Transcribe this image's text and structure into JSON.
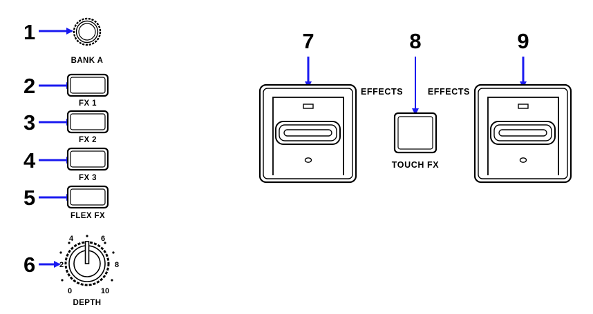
{
  "callouts": {
    "n1": "1",
    "n2": "2",
    "n3": "3",
    "n4": "4",
    "n5": "5",
    "n6": "6",
    "n7": "7",
    "n8": "8",
    "n9": "9"
  },
  "labels": {
    "bank_a": "BANK A",
    "fx1": "FX 1",
    "fx2": "FX 2",
    "fx3": "FX 3",
    "flex_fx": "FLEX FX",
    "depth": "DEPTH",
    "effects_left": "EFFECTS",
    "effects_right": "EFFECTS",
    "touch_fx": "TOUCH FX"
  },
  "depth_scale": {
    "s0": "0",
    "s2": "2",
    "s4": "4",
    "s6": "6",
    "s8": "8",
    "s10": "10"
  },
  "colors": {
    "arrow": "#1a1af0",
    "outline": "#000000"
  }
}
